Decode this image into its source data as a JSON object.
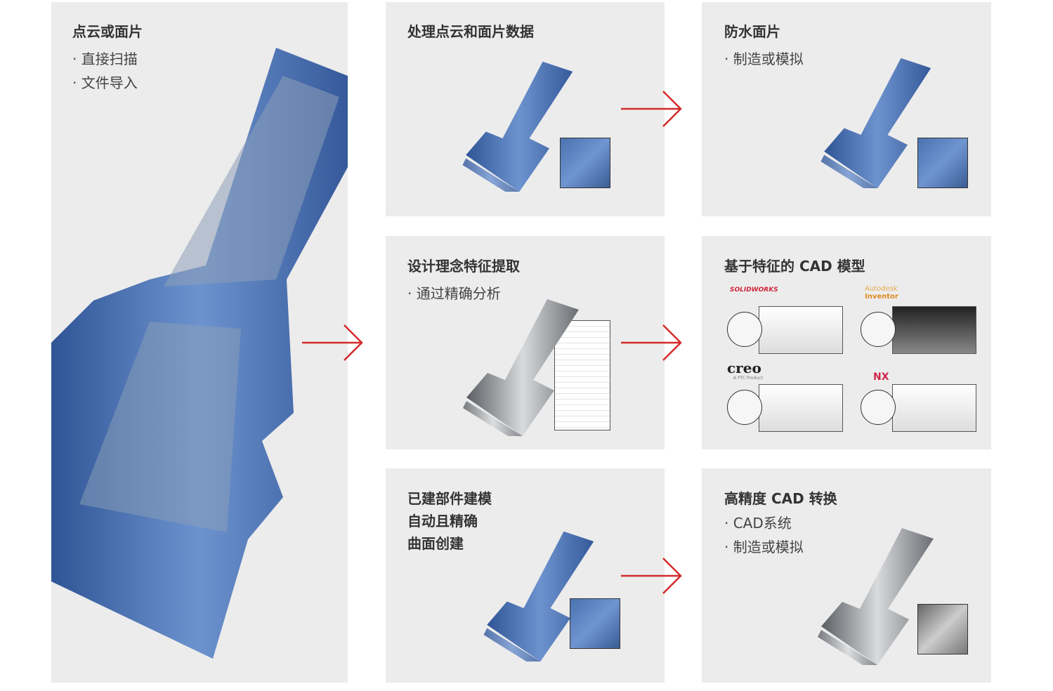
{
  "panels": [
    {
      "title": "点云或面片",
      "bullets": [
        "· 直接扫描",
        "· 文件导入"
      ]
    },
    {
      "title": "处理点云和面片数据",
      "bullets": []
    },
    {
      "title": "防水面片",
      "bullets": [
        "· 制造或模拟"
      ]
    },
    {
      "title": "设计理念特征提取",
      "bullets": [
        "· 通过精确分析"
      ]
    },
    {
      "title": "基于特征的 CAD 模型",
      "bullets": []
    },
    {
      "title_lines": [
        "已建部件建模",
        "自动且精确",
        "曲面创建"
      ]
    },
    {
      "title": "高精度 CAD 转换",
      "bullets": [
        "· CAD系统",
        "· 制造或模拟"
      ]
    }
  ],
  "cad_logos": {
    "solidworks": "SOLIDWORKS",
    "autodesk": "Autodesk",
    "inventor": "Inventor",
    "creo": "creo",
    "creo_sub": "A PTC Product",
    "nx": "NX"
  },
  "colors": {
    "panel": "#ececec",
    "arrow": "#d42a2a",
    "blade_blue": "#4a72b0",
    "blade_gray": "#8a8d92"
  }
}
